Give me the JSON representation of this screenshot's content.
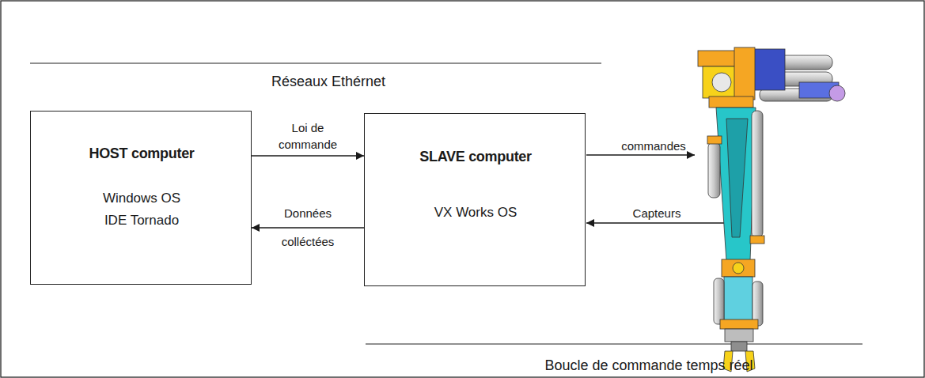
{
  "diagram": {
    "nodes": [
      {
        "text": [
          "HOST computer",
          "Windows OS",
          "IDE Tornado"
        ]
      },
      {
        "text": [
          "SLAVE computer",
          "VX Works OS"
        ]
      }
    ],
    "edges": [
      {
        "from": 0,
        "to": 1,
        "label": "Loi de commande",
        "arrow": "to"
      },
      {
        "from": 1,
        "to": 0,
        "label": "Données colléctées",
        "arrow": "to"
      }
    ],
    "labels": [
      "Réseaux Ethérnet",
      "Boucle de commande temps réel",
      "commandes",
      "Capteurs"
    ]
  }
}
